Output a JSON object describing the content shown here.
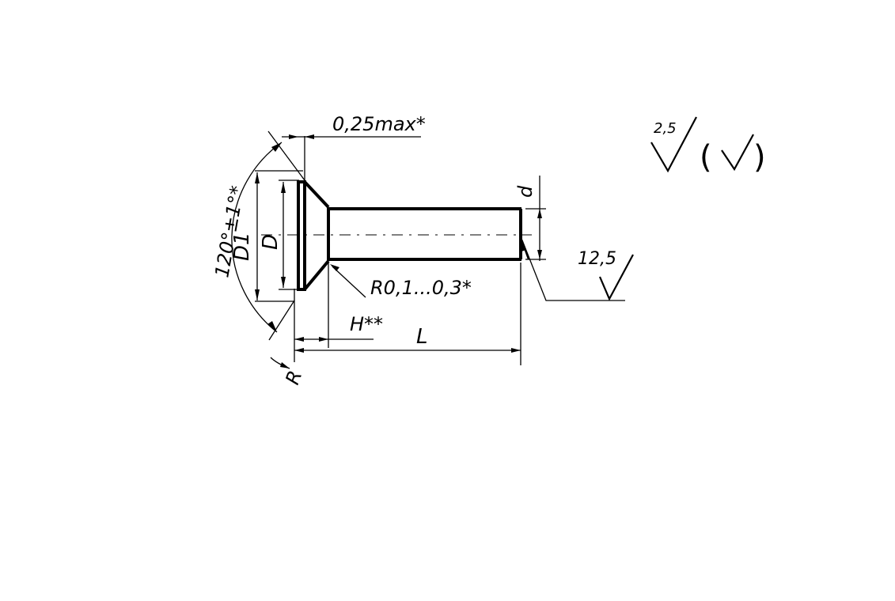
{
  "labels": {
    "head_thickness": "0,25max*",
    "angle": "120°±1°*",
    "head_dia_outer": "D1",
    "head_dia": "D",
    "shank_dia": "d",
    "fillet": "R0,1...0,3*",
    "head_height": "H**",
    "length": "L",
    "edge_mark": "R",
    "roughness_surface": "12,5",
    "roughness_general": "2,5",
    "bracket_open": "(",
    "bracket_close": ")"
  }
}
